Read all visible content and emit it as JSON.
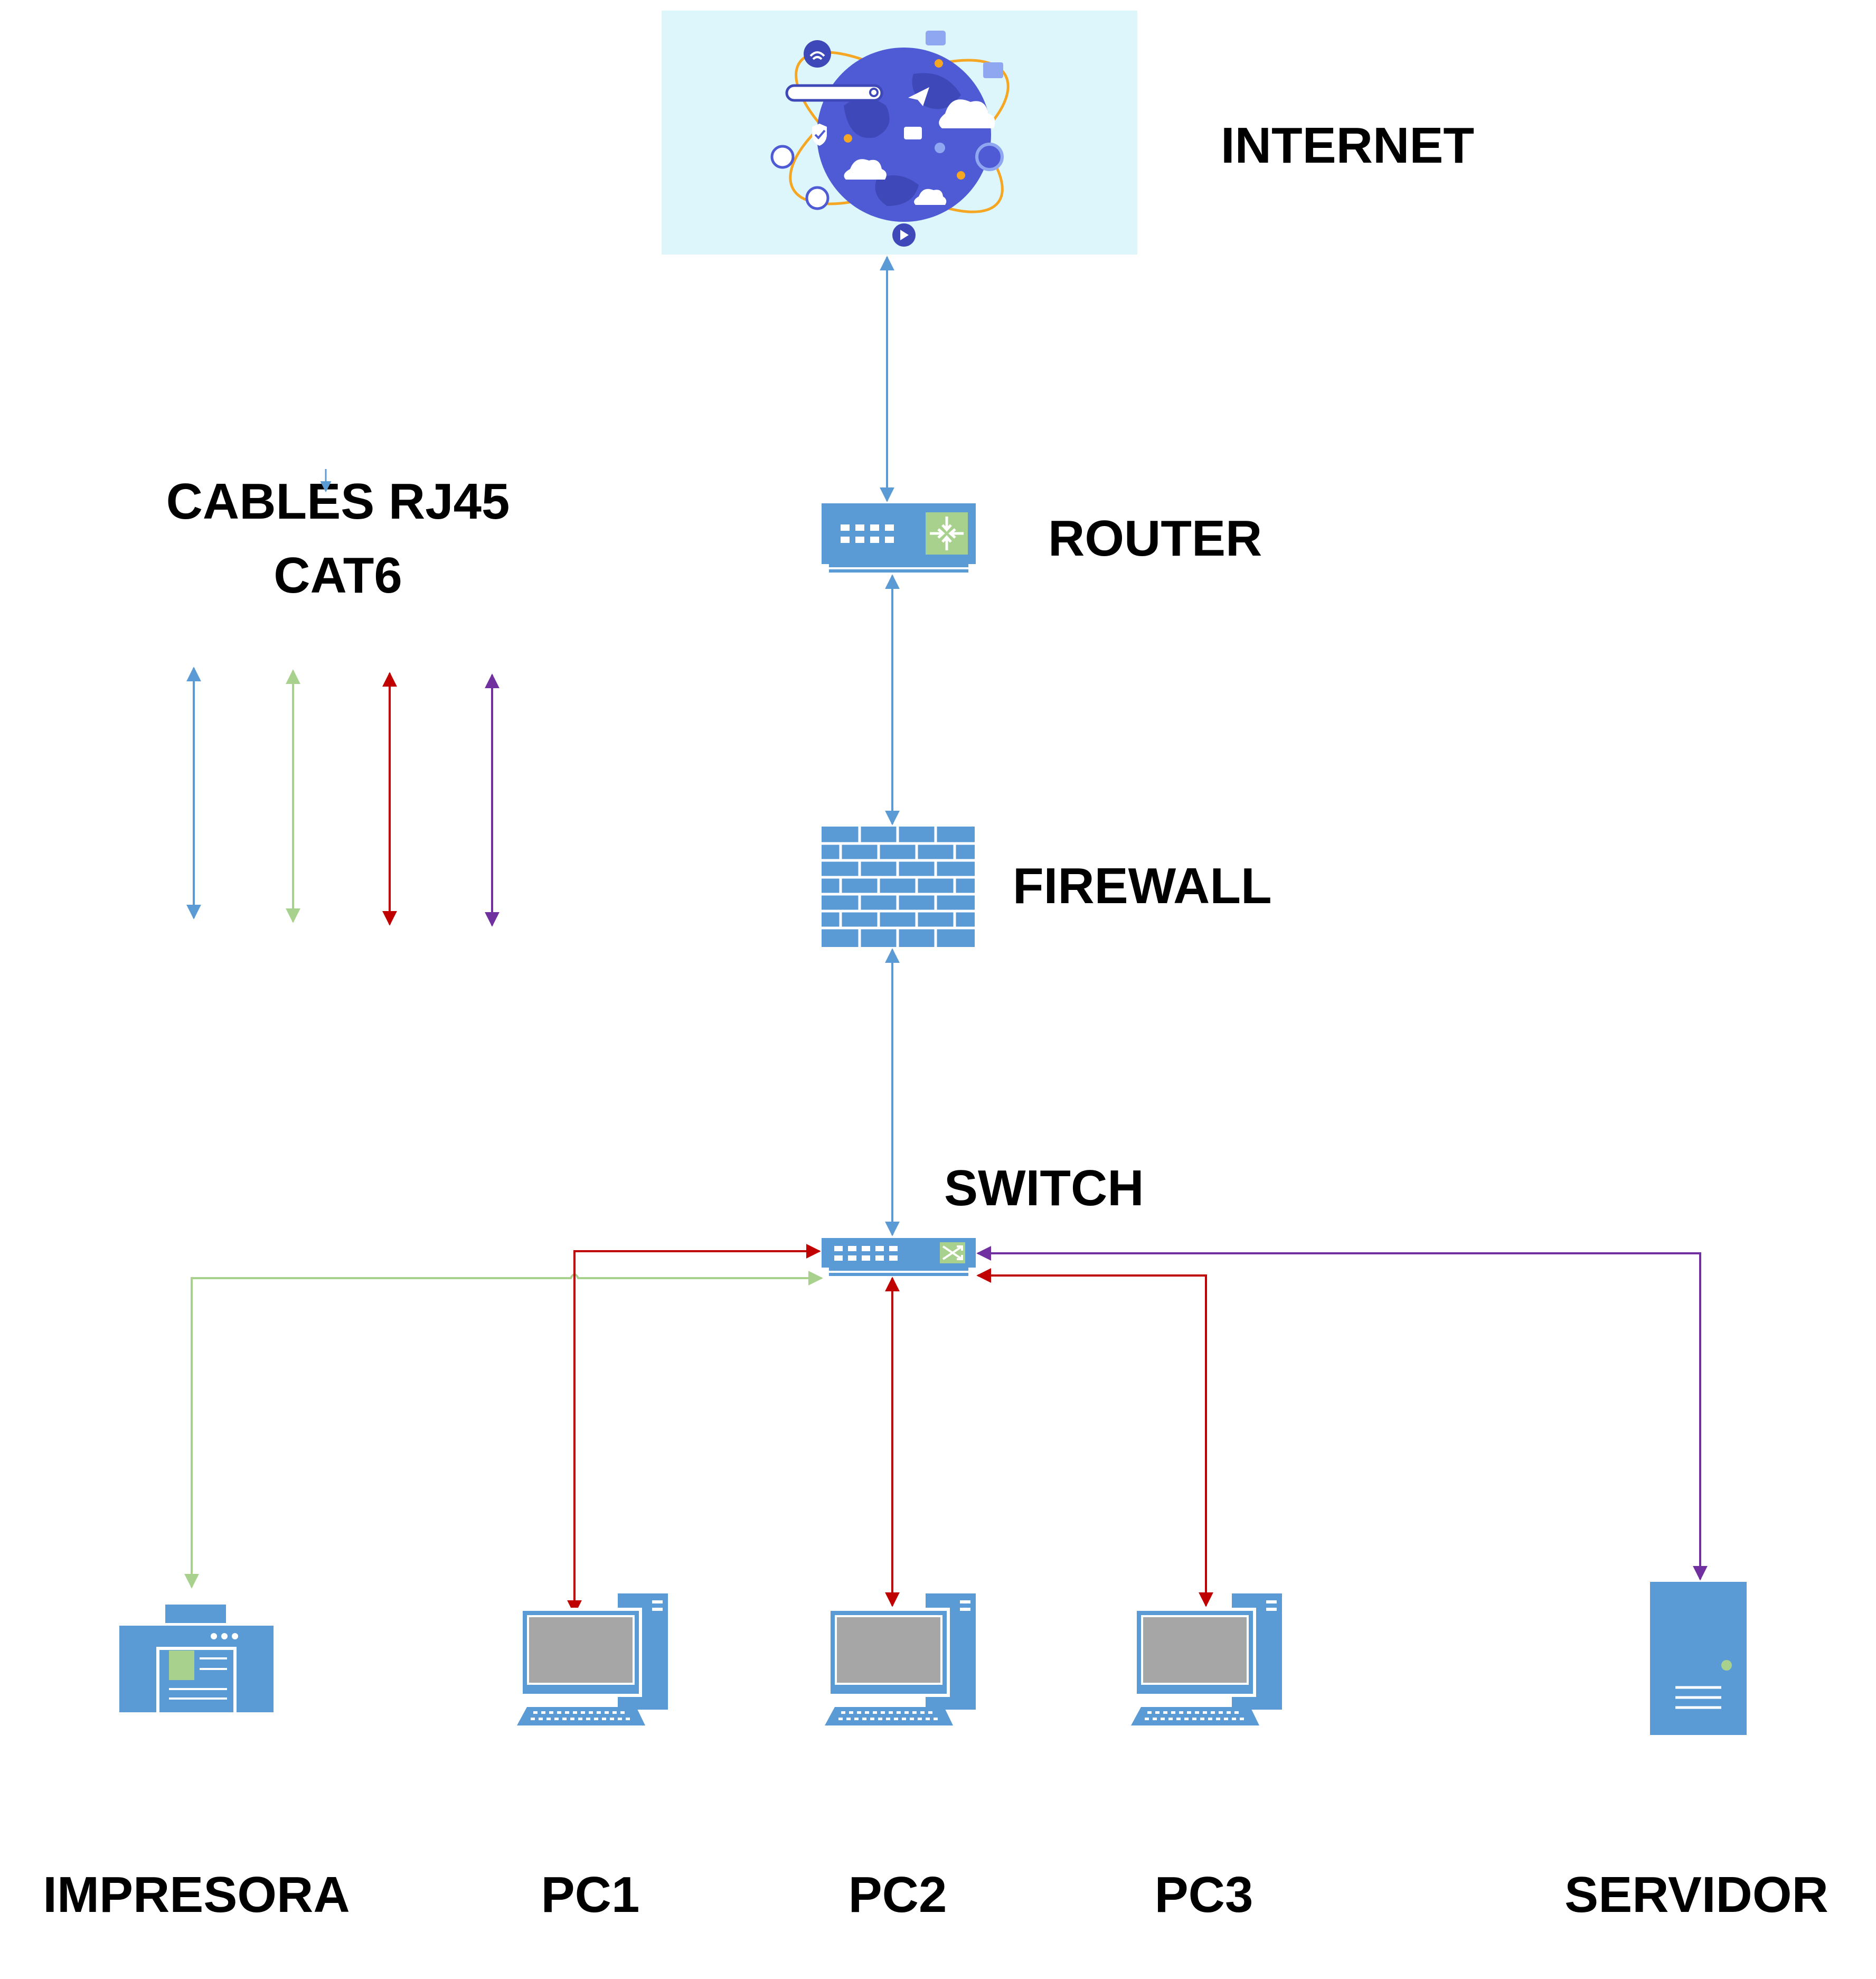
{
  "labels": {
    "internet": "INTERNET",
    "router": "ROUTER",
    "firewall": "FIREWALL",
    "switch": "SWITCH",
    "legend_line1": "CABLES RJ45",
    "legend_line2": "CAT6",
    "printer": "IMPRESORA",
    "pc1": "PC1",
    "pc2": "PC2",
    "pc3": "PC3",
    "server": "SERVIDOR"
  },
  "colors": {
    "device_blue": "#5B9BD5",
    "cable_blue": "#5B9BD5",
    "cable_green": "#A9D18E",
    "cable_red": "#C00000",
    "cable_purple": "#7030A0",
    "screen_gray": "#A6A6A6",
    "router_accent": "#A9D18E",
    "globe_bg": "#DDF6FB",
    "globe": "#4F5BD5",
    "orbit": "#F5A623"
  },
  "icons": {
    "internet": "globe-icon",
    "router": "router-icon",
    "firewall": "brick-wall-icon",
    "switch": "network-switch-icon",
    "printer": "printer-icon",
    "pc": "desktop-computer-icon",
    "server": "server-tower-icon"
  }
}
